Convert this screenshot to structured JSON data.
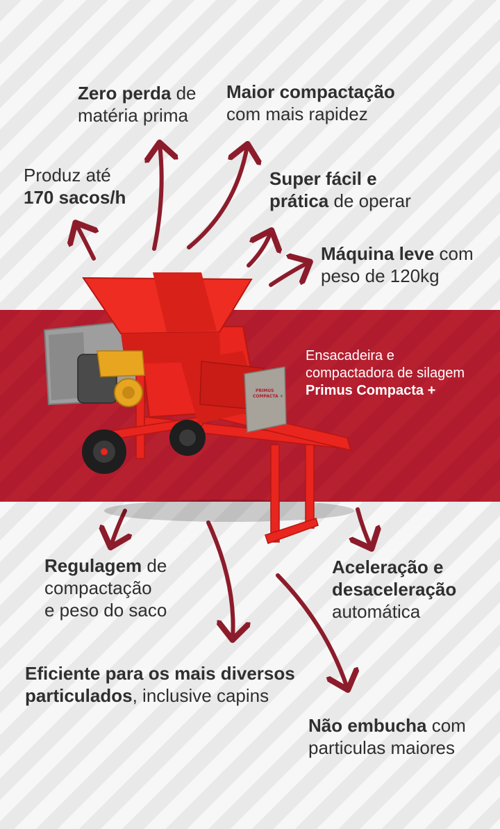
{
  "product": {
    "line1": "Ensacadeira e",
    "line2": "compactadora de silagem",
    "name": "Primus Compacta +",
    "plate_line1": "PRIMUS",
    "plate_line2": "COMPACTA +"
  },
  "features": {
    "zero": {
      "bold": "Zero perda",
      "rest": " de",
      "line2": "matéria prima"
    },
    "maior": {
      "bold": "Maior compactação",
      "line2": "com mais rapidez"
    },
    "produz": {
      "line1": "Produz até",
      "bold": "170 sacos/h"
    },
    "super": {
      "bold1": "Super fácil e",
      "bold2": "prática",
      "rest": " de operar"
    },
    "maquina": {
      "bold": "Máquina leve",
      "rest": " com",
      "line2": "peso de 120kg"
    },
    "regulagem": {
      "bold": "Regulagem",
      "rest": " de",
      "line2": "compactação",
      "line3": "e peso do saco"
    },
    "aceleracao": {
      "bold1": "Aceleração e",
      "bold2": "desaceleração",
      "line3": "automática"
    },
    "eficiente": {
      "bold1": "Eficiente para os mais diversos",
      "bold2": "particulados",
      "rest": ", inclusive capins"
    },
    "nao": {
      "bold": "Não embucha",
      "rest": " com",
      "line2": "particulas maiores"
    }
  },
  "colors": {
    "brand_red": "#b01c2e",
    "machine_red": "#e8251e",
    "arrow": "#8c1c2b",
    "engine_yellow": "#e8a620"
  }
}
